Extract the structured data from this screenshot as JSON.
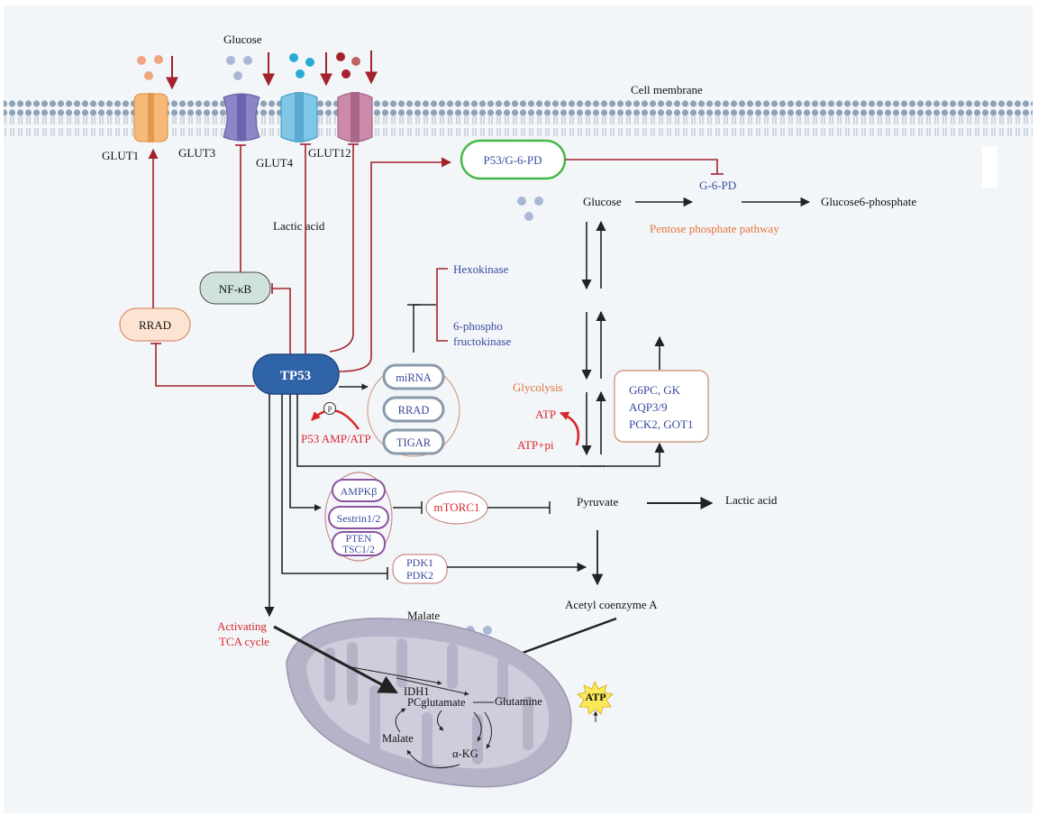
{
  "membrane": {
    "label": "Cell membrane",
    "glucose_label": "Glucose",
    "transporters": [
      "GLUT1",
      "GLUT3",
      "GLUT4",
      "GLUT12"
    ]
  },
  "upstream": {
    "lactic_acid": "Lactic acid",
    "nfkb": "NF-κB",
    "rrad": "RRAD",
    "tp53": "TP53",
    "p53_g6pd": "P53/G-6-PD"
  },
  "enzymes": {
    "hexokinase": "Hexokinase",
    "pfk_line1": "6-phospho",
    "pfk_line2": "fructokinase"
  },
  "cluster1": [
    "miRNA",
    "RRAD",
    "TIGAR"
  ],
  "p53_ampatp": "P53 AMP/ATP",
  "phospho_symbol": "P",
  "cluster2": {
    "ampk": "AMPKβ",
    "sestrin": "Sestrin1/2",
    "pten": "PTEN",
    "tsc": "TSC1/2"
  },
  "mtorc1": "mTORC1",
  "pdk": [
    "PDK1",
    "PDK2"
  ],
  "tca": {
    "line1": "Activating",
    "line2": "TCA cycle"
  },
  "right_pathway": {
    "glucose": "Glucose",
    "g6pd": "G-6-PD",
    "glucose6p": "Glucose6-phosphate",
    "ppp": "Pentose phosphate pathway",
    "glycolysis": "Glycolysis",
    "atp": "ATP",
    "atp_pi": "ATP+pi",
    "genes": [
      "G6PC, GK",
      "AQP3/9",
      "PCK2, GOT1"
    ],
    "pyruvate": "Pyruvate",
    "lactic_acid": "Lactic acid",
    "acetyl_coa": "Acetyl coenzyme A"
  },
  "mito": {
    "malate_top": "Malate",
    "idh1": "IDH1",
    "pc_glutamate": "PCglutamate",
    "glutamine": "Glutamine",
    "malate": "Malate",
    "akg": "α-KG",
    "atp": "ATP"
  },
  "colors": {
    "inhibit": "#a3222b",
    "activate": "#222222",
    "blue_text": "#3a4aa0",
    "orange_text": "#e4733a",
    "red_text": "#d9262b",
    "membrane_blue": "#8fa3b8",
    "tp53_fill": "#2f64a8",
    "mito_fill": "#b6b3c8"
  }
}
